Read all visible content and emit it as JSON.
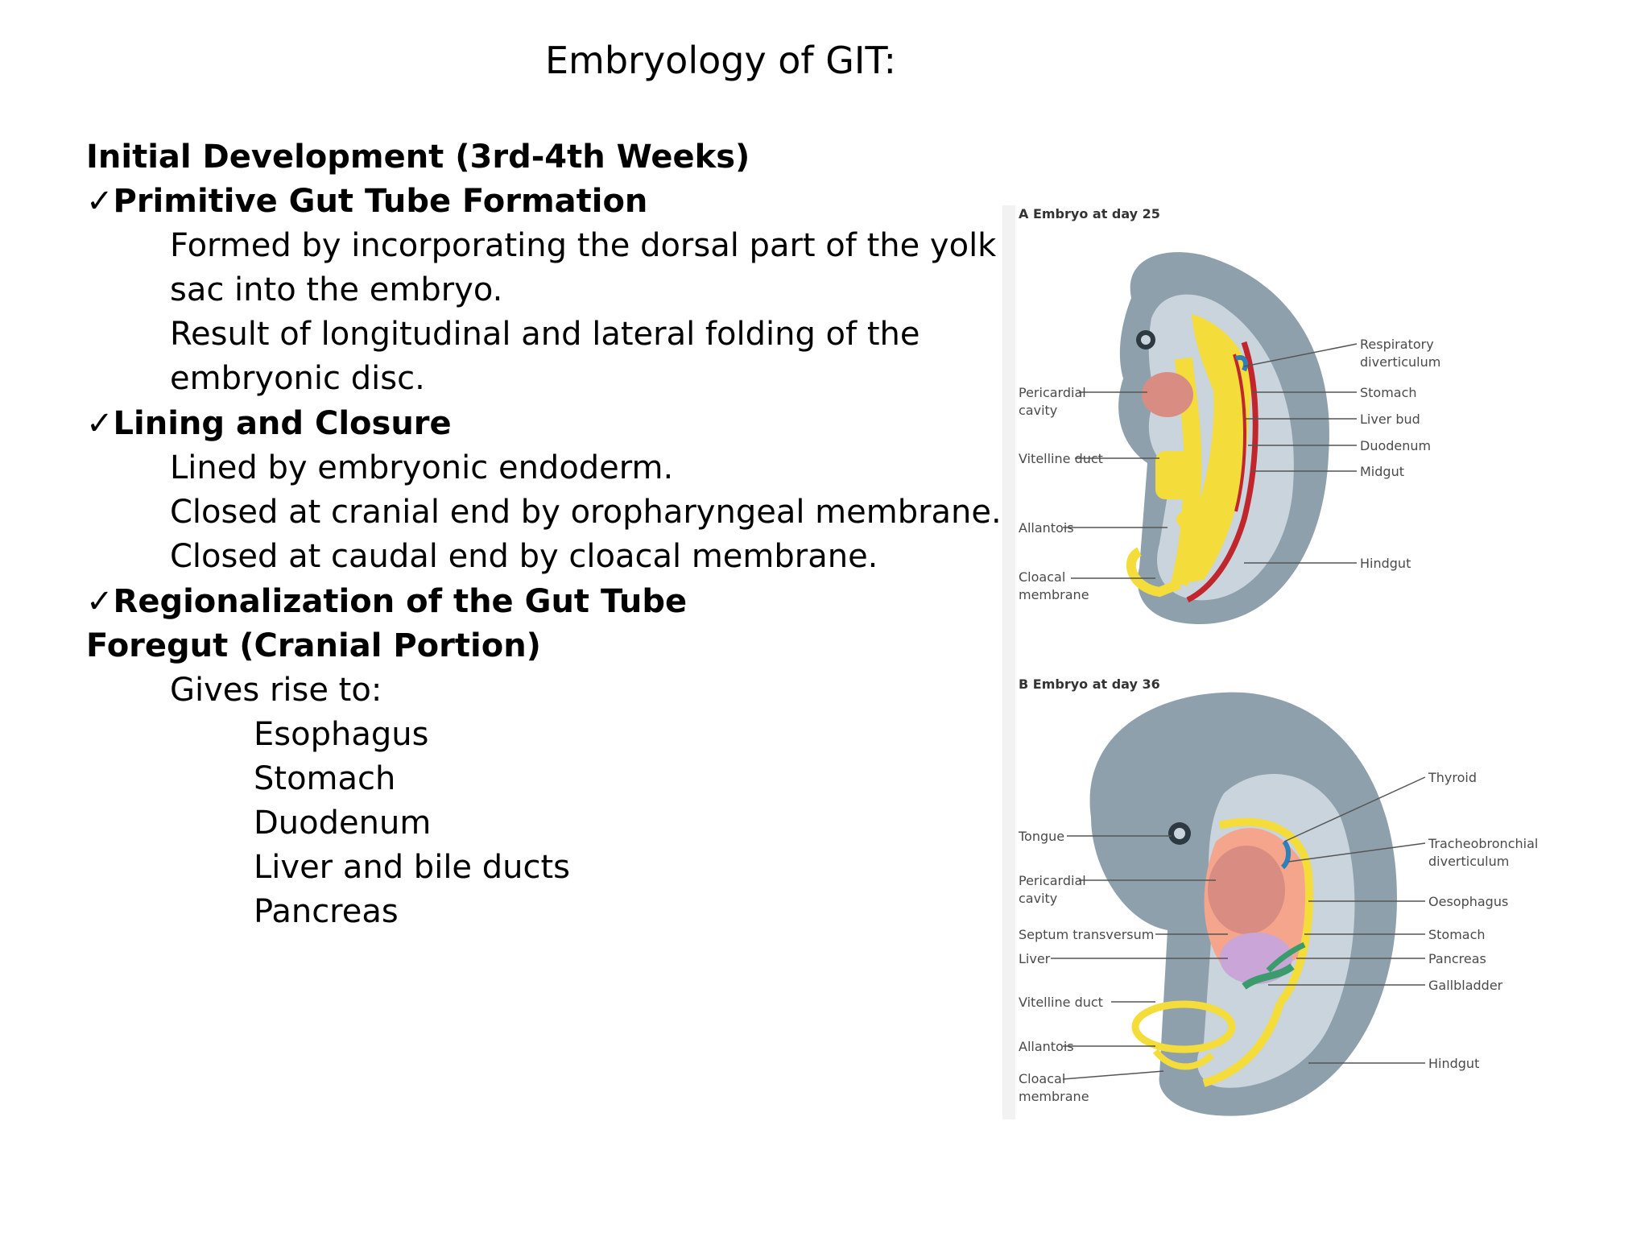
{
  "title": "Embryology of GIT:",
  "lines": [
    "Initial Development (3rd-4th Weeks)",
    "✓Primitive Gut Tube Formation",
    "Formed by incorporating the dorsal part of the yolk",
    "sac into the embryo.",
    "Result of longitudinal and lateral folding of the",
    "embryonic disc.",
    "✓Lining and Closure",
    "Lined by embryonic endoderm.",
    "Closed at cranial end by oropharyngeal membrane.",
    "Closed at caudal end by cloacal membrane.",
    "✓Regionalization of the Gut Tube",
    "Foregut (Cranial Portion)",
    "Gives rise to:",
    "Esophagus",
    "Stomach",
    "Duodenum",
    "Liver and bile ducts",
    "Pancreas"
  ],
  "figure": {
    "panel_a": {
      "title": "A  Embryo at day 25",
      "left_labels": [
        "Pericardial",
        "cavity",
        "Vitelline duct",
        "Allantois",
        "Cloacal",
        "membrane"
      ],
      "right_labels": [
        "Respiratory",
        "diverticulum",
        "Stomach",
        "Liver bud",
        "Duodenum",
        "Midgut",
        "Hindgut"
      ]
    },
    "panel_b": {
      "title": "B  Embryo at day 36",
      "left_labels": [
        "Tongue",
        "Pericardial",
        "cavity",
        "Septum transversum",
        "Liver",
        "Vitelline duct",
        "Allantois",
        "Cloacal",
        "membrane"
      ],
      "right_labels": [
        "Thyroid",
        "Tracheobronchial",
        "diverticulum",
        "Oesophagus",
        "Stomach",
        "Pancreas",
        "Gallbladder",
        "Hindgut"
      ]
    },
    "colors": {
      "embryo": "#8fa0ad",
      "cavity": "#c9d4dc",
      "gut": "#f4dc3a",
      "vessel": "#c0262b",
      "heart": "#d98c82",
      "liver": "#c9a5d8",
      "pancreas": "#3a9b6b"
    }
  }
}
